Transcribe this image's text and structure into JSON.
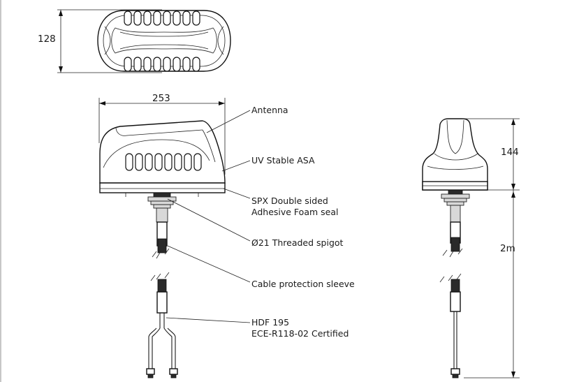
{
  "dimensions": {
    "top_depth": "128",
    "front_width": "253",
    "side_height": "144",
    "cable_length": "2m"
  },
  "callouts": {
    "antenna": "Antenna",
    "uv_asa": "UV Stable ASA",
    "seal_line1": "SPX Double sided",
    "seal_line2": "Adhesive Foam seal",
    "spigot": "Ø21 Threaded spigot",
    "sleeve": "Cable protection sleeve",
    "cable_line1": "HDF 195",
    "cable_line2": "ECE-R118-02 Certified"
  },
  "colors": {
    "line": "#1c1c1c",
    "background": "#ffffff",
    "page_edge": "#c7c7c7"
  }
}
